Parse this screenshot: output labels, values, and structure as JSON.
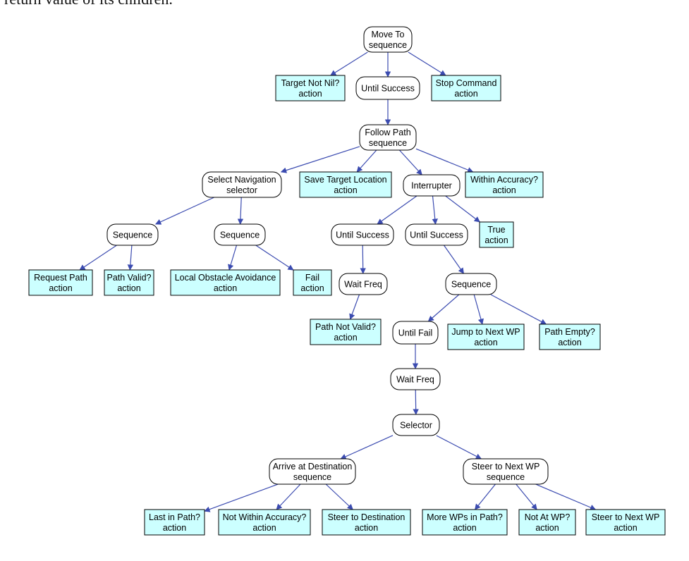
{
  "header_text": "return value of its children.",
  "colors": {
    "composite_fill": "#ffffff",
    "action_fill": "#ccffff",
    "edge": "#3b4bb0",
    "border": "#000000"
  },
  "nodes": [
    {
      "id": "move-to",
      "kind": "composite",
      "lines": [
        "Move To",
        "sequence"
      ]
    },
    {
      "id": "target-not-nil",
      "kind": "action",
      "lines": [
        "Target Not Nil?",
        "action"
      ]
    },
    {
      "id": "until-success-1",
      "kind": "composite",
      "lines": [
        "Until Success"
      ]
    },
    {
      "id": "stop-command",
      "kind": "action",
      "lines": [
        "Stop Command",
        "action"
      ]
    },
    {
      "id": "follow-path",
      "kind": "composite",
      "lines": [
        "Follow Path",
        "sequence"
      ]
    },
    {
      "id": "select-navigation",
      "kind": "composite",
      "lines": [
        "Select Navigation",
        "selector"
      ]
    },
    {
      "id": "save-target-location",
      "kind": "action",
      "lines": [
        "Save Target Location",
        "action"
      ]
    },
    {
      "id": "interrupter",
      "kind": "composite",
      "lines": [
        "Interrupter"
      ]
    },
    {
      "id": "within-accuracy",
      "kind": "action",
      "lines": [
        "Within Accuracy?",
        "action"
      ]
    },
    {
      "id": "sequence-1",
      "kind": "composite",
      "lines": [
        "Sequence"
      ]
    },
    {
      "id": "sequence-2",
      "kind": "composite",
      "lines": [
        "Sequence"
      ]
    },
    {
      "id": "request-path",
      "kind": "action",
      "lines": [
        "Request Path",
        "action"
      ]
    },
    {
      "id": "path-valid",
      "kind": "action",
      "lines": [
        "Path Valid?",
        "action"
      ]
    },
    {
      "id": "local-obstacle-avoidance",
      "kind": "action",
      "lines": [
        "Local Obstacle Avoidance",
        "action"
      ]
    },
    {
      "id": "fail",
      "kind": "action",
      "lines": [
        "Fail",
        "action"
      ]
    },
    {
      "id": "until-success-2",
      "kind": "composite",
      "lines": [
        "Until Success"
      ]
    },
    {
      "id": "until-success-3",
      "kind": "composite",
      "lines": [
        "Until Success"
      ]
    },
    {
      "id": "true",
      "kind": "action",
      "lines": [
        "True",
        "action"
      ]
    },
    {
      "id": "wait-freq-1",
      "kind": "composite",
      "lines": [
        "Wait Freq"
      ]
    },
    {
      "id": "path-not-valid",
      "kind": "action",
      "lines": [
        "Path Not Valid?",
        "action"
      ]
    },
    {
      "id": "sequence-3",
      "kind": "composite",
      "lines": [
        "Sequence"
      ]
    },
    {
      "id": "until-fail",
      "kind": "composite",
      "lines": [
        "Until Fail"
      ]
    },
    {
      "id": "jump-to-next-wp",
      "kind": "action",
      "lines": [
        "Jump to Next WP",
        "action"
      ]
    },
    {
      "id": "path-empty",
      "kind": "action",
      "lines": [
        "Path Empty?",
        "action"
      ]
    },
    {
      "id": "wait-freq-2",
      "kind": "composite",
      "lines": [
        "Wait Freq"
      ]
    },
    {
      "id": "selector",
      "kind": "composite",
      "lines": [
        "Selector"
      ]
    },
    {
      "id": "arrive-at-destination",
      "kind": "composite",
      "lines": [
        "Arrive at Destination",
        "sequence"
      ]
    },
    {
      "id": "steer-to-next-wp-seq",
      "kind": "composite",
      "lines": [
        "Steer to Next WP",
        "sequence"
      ]
    },
    {
      "id": "last-in-path",
      "kind": "action",
      "lines": [
        "Last in Path?",
        "action"
      ]
    },
    {
      "id": "not-within-accuracy",
      "kind": "action",
      "lines": [
        "Not Within Accuracy?",
        "action"
      ]
    },
    {
      "id": "steer-to-destination",
      "kind": "action",
      "lines": [
        "Steer to Destination",
        "action"
      ]
    },
    {
      "id": "more-wps-in-path",
      "kind": "action",
      "lines": [
        "More WPs in Path?",
        "action"
      ]
    },
    {
      "id": "not-at-wp",
      "kind": "action",
      "lines": [
        "Not At WP?",
        "action"
      ]
    },
    {
      "id": "steer-to-next-wp",
      "kind": "action",
      "lines": [
        "Steer to Next WP",
        "action"
      ]
    }
  ],
  "edges": [
    [
      "move-to",
      "target-not-nil"
    ],
    [
      "move-to",
      "until-success-1"
    ],
    [
      "move-to",
      "stop-command"
    ],
    [
      "until-success-1",
      "follow-path"
    ],
    [
      "follow-path",
      "select-navigation"
    ],
    [
      "follow-path",
      "save-target-location"
    ],
    [
      "follow-path",
      "interrupter"
    ],
    [
      "follow-path",
      "within-accuracy"
    ],
    [
      "select-navigation",
      "sequence-1"
    ],
    [
      "select-navigation",
      "sequence-2"
    ],
    [
      "sequence-1",
      "request-path"
    ],
    [
      "sequence-1",
      "path-valid"
    ],
    [
      "sequence-2",
      "local-obstacle-avoidance"
    ],
    [
      "sequence-2",
      "fail"
    ],
    [
      "interrupter",
      "until-success-2"
    ],
    [
      "interrupter",
      "until-success-3"
    ],
    [
      "interrupter",
      "true"
    ],
    [
      "until-success-2",
      "wait-freq-1"
    ],
    [
      "wait-freq-1",
      "path-not-valid"
    ],
    [
      "until-success-3",
      "sequence-3"
    ],
    [
      "sequence-3",
      "until-fail"
    ],
    [
      "sequence-3",
      "jump-to-next-wp"
    ],
    [
      "sequence-3",
      "path-empty"
    ],
    [
      "until-fail",
      "wait-freq-2"
    ],
    [
      "wait-freq-2",
      "selector"
    ],
    [
      "selector",
      "arrive-at-destination"
    ],
    [
      "selector",
      "steer-to-next-wp-seq"
    ],
    [
      "arrive-at-destination",
      "last-in-path"
    ],
    [
      "arrive-at-destination",
      "not-within-accuracy"
    ],
    [
      "arrive-at-destination",
      "steer-to-destination"
    ],
    [
      "steer-to-next-wp-seq",
      "more-wps-in-path"
    ],
    [
      "steer-to-next-wp-seq",
      "not-at-wp"
    ],
    [
      "steer-to-next-wp-seq",
      "steer-to-next-wp"
    ]
  ]
}
